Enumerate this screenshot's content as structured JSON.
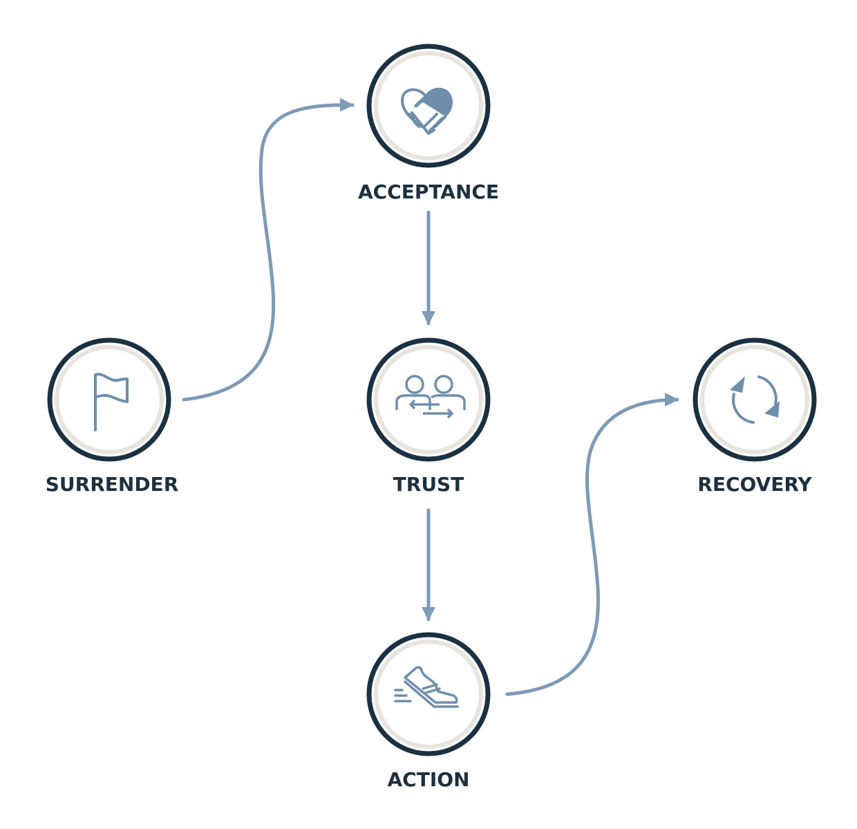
{
  "colors": {
    "ring_outer": "#1b3142",
    "ring_inner": "#e7e4de",
    "icon": "#6f8eab",
    "connector": "#7e9ab5",
    "label": "#1e2f3d",
    "background": "#ffffff"
  },
  "nodes": [
    {
      "id": "acceptance",
      "label": "ACCEPTANCE",
      "icon": "heart-handshake-icon"
    },
    {
      "id": "surrender",
      "label": "SURRENDER",
      "icon": "flag-icon"
    },
    {
      "id": "trust",
      "label": "TRUST",
      "icon": "people-exchange-icon"
    },
    {
      "id": "recovery",
      "label": "RECOVERY",
      "icon": "refresh-cycle-icon"
    },
    {
      "id": "action",
      "label": "ACTION",
      "icon": "running-shoe-icon"
    }
  ],
  "edges": [
    {
      "from": "surrender",
      "to": "acceptance",
      "style": "curved"
    },
    {
      "from": "acceptance",
      "to": "trust",
      "style": "straight"
    },
    {
      "from": "trust",
      "to": "action",
      "style": "straight"
    },
    {
      "from": "action",
      "to": "recovery",
      "style": "curved"
    }
  ]
}
